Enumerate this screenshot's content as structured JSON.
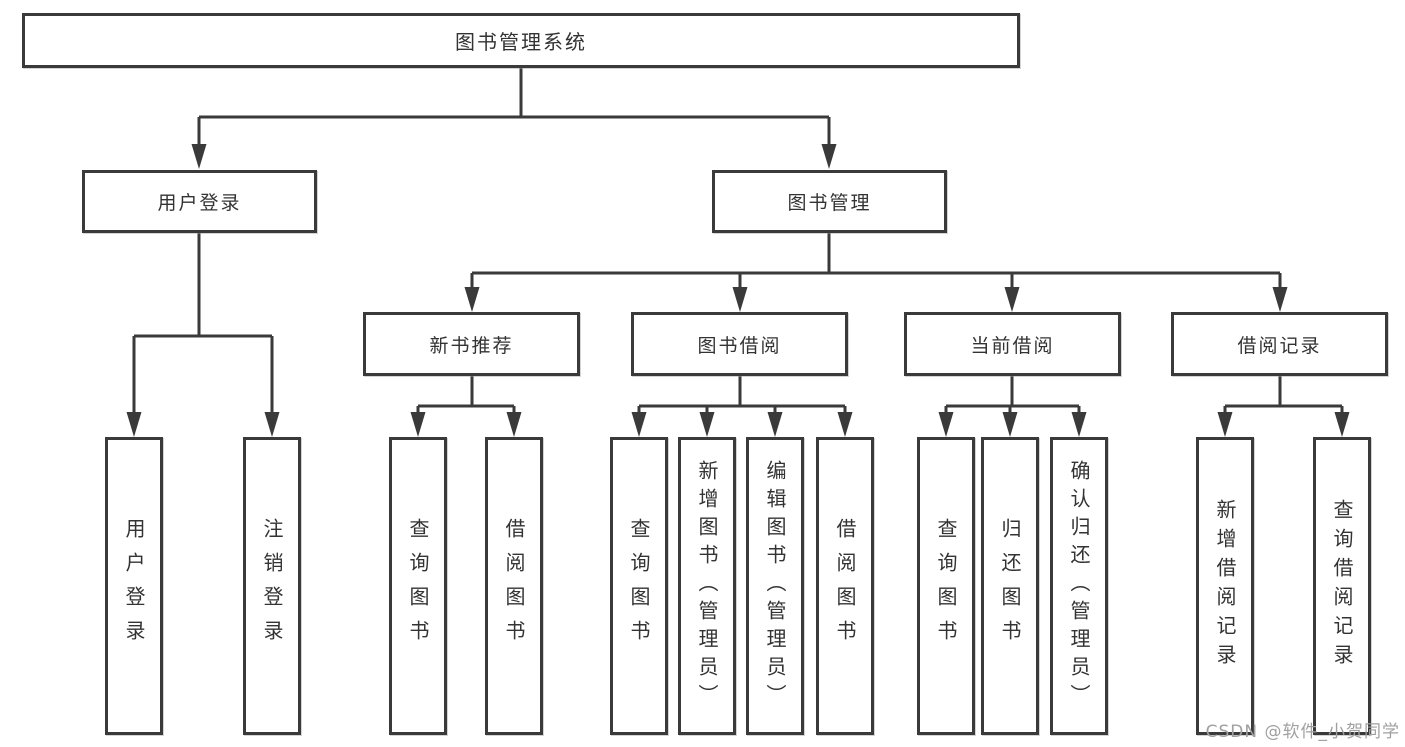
{
  "diagram": {
    "title": "图书管理系统",
    "type": "function-structure-tree",
    "nodes": {
      "root": {
        "label": "图书管理系统"
      },
      "user_login": {
        "label": "用户登录"
      },
      "book_mgmt": {
        "label": "图书管理"
      },
      "new_book_rec": {
        "label": "新书推荐"
      },
      "book_borrow": {
        "label": "图书借阅"
      },
      "current_borrow": {
        "label": "当前借阅"
      },
      "borrow_records": {
        "label": "借阅记录"
      },
      "login": {
        "label": "用户登录"
      },
      "logout": {
        "label": "注销登录"
      },
      "rec_query": {
        "label": "查询图书"
      },
      "rec_borrow": {
        "label": "借阅图书"
      },
      "bb_query": {
        "label": "查询图书"
      },
      "bb_add": {
        "label": "新增图书（管理员）"
      },
      "bb_edit": {
        "label": "编辑图书（管理员）"
      },
      "bb_borrow": {
        "label": "借阅图书"
      },
      "cb_query": {
        "label": "查询图书"
      },
      "cb_return": {
        "label": "归还图书"
      },
      "cb_confirm": {
        "label": "确认归还（管理员）"
      },
      "br_add": {
        "label": "新增借阅记录"
      },
      "br_query": {
        "label": "查询借阅记录"
      }
    },
    "edges": [
      [
        "图书管理系统",
        "用户登录"
      ],
      [
        "图书管理系统",
        "图书管理"
      ],
      [
        "用户登录",
        "用户登录"
      ],
      [
        "用户登录",
        "注销登录"
      ],
      [
        "图书管理",
        "新书推荐"
      ],
      [
        "图书管理",
        "图书借阅"
      ],
      [
        "图书管理",
        "当前借阅"
      ],
      [
        "图书管理",
        "借阅记录"
      ],
      [
        "新书推荐",
        "查询图书"
      ],
      [
        "新书推荐",
        "借阅图书"
      ],
      [
        "图书借阅",
        "查询图书"
      ],
      [
        "图书借阅",
        "新增图书（管理员）"
      ],
      [
        "图书借阅",
        "编辑图书（管理员）"
      ],
      [
        "图书借阅",
        "借阅图书"
      ],
      [
        "当前借阅",
        "查询图书"
      ],
      [
        "当前借阅",
        "归还图书"
      ],
      [
        "当前借阅",
        "确认归还（管理员）"
      ],
      [
        "借阅记录",
        "新增借阅记录"
      ],
      [
        "借阅记录",
        "查询借阅记录"
      ]
    ],
    "colors": {
      "line": "#3a3a3a",
      "text": "#333333",
      "background": "#ffffff",
      "watermark": "#a0a0a0"
    }
  },
  "watermark": {
    "text": "CSDN @软件_小贺同学"
  }
}
